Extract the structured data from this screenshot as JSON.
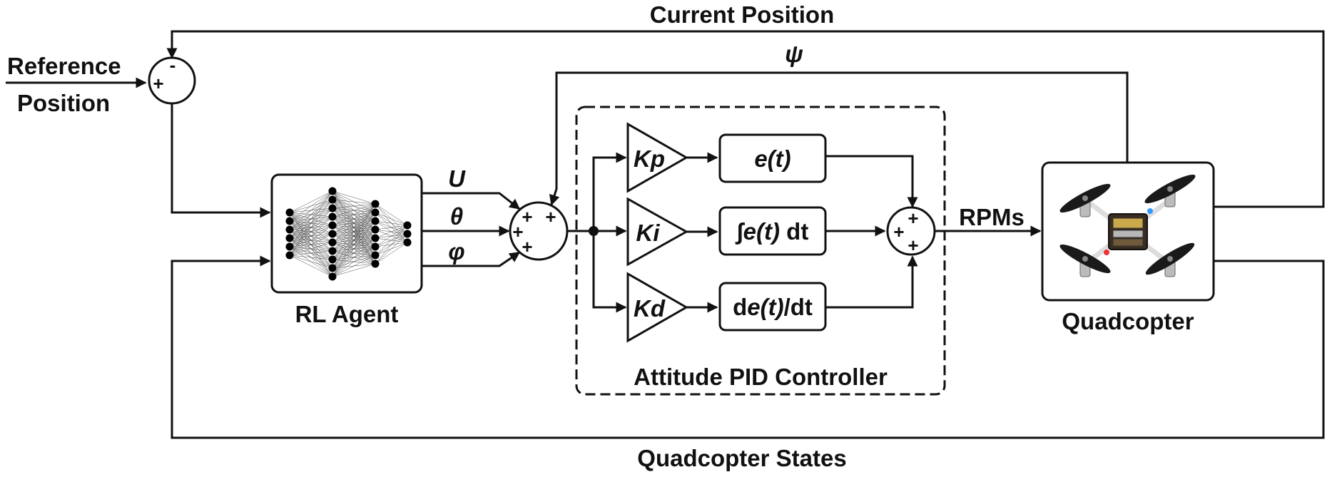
{
  "labels": {
    "reference_position_line1": "Reference",
    "reference_position_line2": "Position",
    "current_position": "Current Position",
    "psi": "ψ",
    "u": "U",
    "theta": "θ",
    "phi": "φ",
    "rl_agent": "RL Agent",
    "rpms": "RPMs",
    "quadcopter": "Quadcopter",
    "quadcopter_states": "Quadcopter States",
    "pid_controller": "Attitude PID Controller"
  },
  "pid": {
    "kp": "Kp",
    "ki": "Ki",
    "kd": "Kd",
    "proportional_term": "e(t)",
    "integral_term_italic": "∫e(t)",
    "integral_term_suffix": " dt",
    "derivative_term_prefix": "d",
    "derivative_term_italic": "e(t)",
    "derivative_term_suffix": "/dt"
  },
  "signs": {
    "plus": "+",
    "minus": "-"
  },
  "neural_net_layers": [
    6,
    11,
    8,
    3
  ],
  "colors": {
    "stroke": "#111111",
    "background": "#ffffff"
  }
}
